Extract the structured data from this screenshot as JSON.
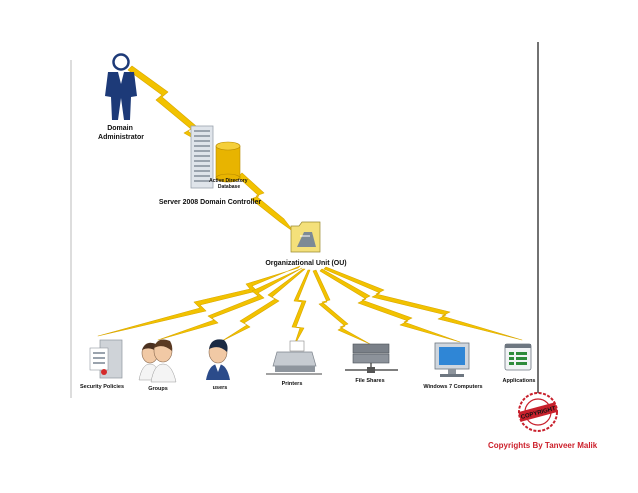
{
  "nodes": {
    "admin": "Domain\nAdministrator",
    "ad_db": "Active Directory\nDatabase",
    "dc": "Server 2008 Domain Controller",
    "ou": "Organizational Unit (OU)",
    "security_policies": "Security Policies",
    "groups": "Groups",
    "users": "users",
    "printers": "Printers",
    "file_shares": "File Shares",
    "windows7": "Windows 7 Computers",
    "applications": "Applications"
  },
  "stamp": {
    "text": "COPYRIGHT"
  },
  "footer": {
    "copyright": "Copyrights By Tanveer Malik"
  },
  "colors": {
    "bolt": "#f2c200",
    "bolt_edge": "#d9a700",
    "admin_suit": "#1d3a78",
    "stamp": "#c8202c",
    "footer": "#cc1f2a"
  }
}
